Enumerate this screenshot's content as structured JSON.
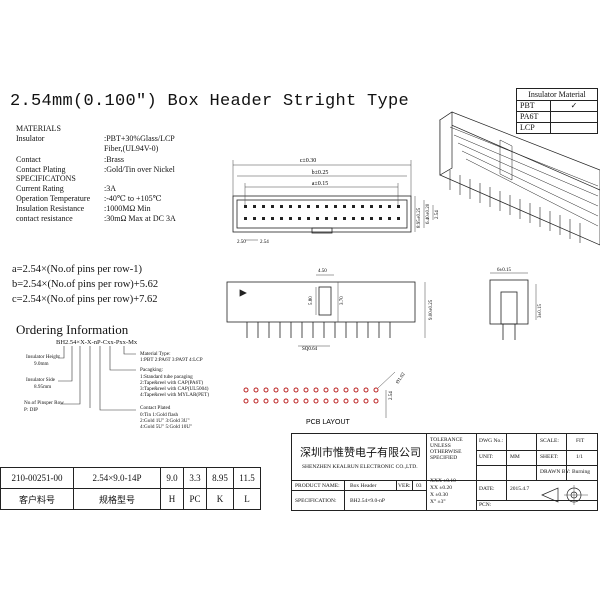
{
  "title": "2.54mm(0.100″) Box Header Stright Type",
  "insulator_material": {
    "header": "Insulator Material",
    "rows": [
      {
        "name": "PBT",
        "checked": true,
        "mark": "✓"
      },
      {
        "name": "PA6T",
        "checked": false,
        "mark": ""
      },
      {
        "name": "LCP",
        "checked": false,
        "mark": ""
      }
    ]
  },
  "materials": {
    "heading": "MATERIALS",
    "rows": [
      {
        "label": "Insulator",
        "value": ":PBT+30%Glass/LCP"
      },
      {
        "label": "",
        "value": " Fiber,(UL94V-0)"
      },
      {
        "label": "Contact",
        "value": ":Brass"
      },
      {
        "label": "Contact Plating",
        "value": ":Gold/Tin over Nickel"
      }
    ]
  },
  "specifications": {
    "heading": "SPECIFICATONS",
    "rows": [
      {
        "label": "Current Rating",
        "value": ":3A"
      },
      {
        "label": "Operation Temperature",
        "value": ":-40℃ to +105℃"
      },
      {
        "label": "Insulation Resistance",
        "value": ":1000MΩ Min"
      },
      {
        "label": "contact resistance",
        "value": ":30mΩ Max at DC 3A"
      }
    ]
  },
  "formulas": [
    "a=2.54×(No.of pins per row-1)",
    "b=2.54×(No.of pins per row)+5.62",
    "c=2.54×(No.of pins per row)+7.62"
  ],
  "ordering": {
    "title": "Ordering Information",
    "code": "BH2.54×X-X-nP-Cxx-Pxx-Mx",
    "left_notes": [
      "Insulator Height",
      "9.0mm",
      "Insulator Side",
      "8.95mm",
      "No.of Pinsper Row",
      "P: DIP"
    ],
    "right_notes": [
      "Material Type:",
      "1:PBT 2:PA6T 3:PA9T 4:LCP",
      "Pacagking:",
      "1:Standard tube pacaging",
      "2:Tape&reel with CAP(PA6T)",
      "3:Tape&reel with CAP(UL5004)",
      "4:Tape&reel with MYLAR(PET)",
      "Contact Plated",
      "0:Tin    1:Gold flash",
      "2:Gold 1U\"    3:Gold 3U\"",
      "4:Gold 5U\"    5:Gold 10U\""
    ]
  },
  "dims": {
    "c": "c±0.30",
    "b": "b±0.25",
    "a": "a±0.15",
    "d_254": "2.54",
    "d_254b": "2.54",
    "v_895": "8.95±0.25",
    "v_640": "6.40±0.20",
    "v_250": "2.50",
    "s_450": "4.50",
    "s_580": "5.80",
    "s_370": "3.70",
    "s_900": "9.00±0.25",
    "s_sq": "SQ0.64",
    "r_615": "6±0.15",
    "r_3": "3±0.15",
    "p_102": "Ø1.02",
    "p_254": "2.54",
    "pcb": "PCB LAYOUT"
  },
  "spec_table": {
    "values": [
      "210-00251-00",
      "2.54×9.0-14P",
      "9.0",
      "3.3",
      "8.95",
      "11.5"
    ],
    "headers": [
      "客户料号",
      "规格型号",
      "H",
      "PC",
      "K",
      "L"
    ]
  },
  "title_block": {
    "company_cn": "深圳市惟赞电子有限公司",
    "company_en": "SHENZHEN KEALRUN ELECTRONIC CO.,LTD.",
    "tolerance": [
      "TOLERANCE",
      "UNLESS",
      "OTHERWISE",
      "SPECIFIED"
    ],
    "tol_rows": [
      "XXX ±0.10",
      "XX  ±0.20",
      "X   ±0.30",
      "X°  ±3°"
    ],
    "dwg_no_label": "DWG No.:",
    "unit_label": "UNIT:",
    "unit_value": "MM",
    "date_label": "DATE:",
    "date_value": "2015.4.7",
    "scale_label": "SCALE:",
    "scale_value": "FIT",
    "sheet_label": "SHEET:",
    "sheet_value": "1/1",
    "drawn_label": "DRAWN BY:",
    "drawn_value": "Burning",
    "product_label": "PRODUCT NAME:",
    "product_value": "Box Header",
    "ver_label": "VER:",
    "ver_value": "03",
    "spec_label": "SPECIFICATION:",
    "spec_value": "BH2.54×9.0-nP",
    "pcn_label": "PCN:"
  }
}
